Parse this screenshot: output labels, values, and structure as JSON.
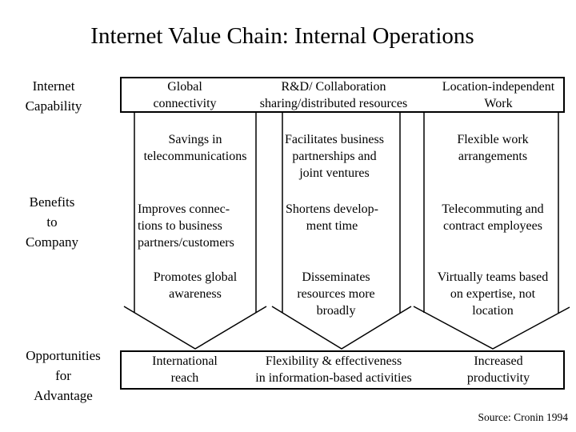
{
  "title": "Internet Value Chain: Internal Operations",
  "row_labels": {
    "capability": "Internet\nCapability",
    "benefits": "Benefits\nto\nCompany",
    "opportunities": "Opportunities\nfor\nAdvantage"
  },
  "capabilities": [
    "Global\nconnectivity",
    "R&D/ Collaboration\nsharing/distributed resources",
    "Location-independent\nWork"
  ],
  "benefits": [
    [
      "Savings in\ntelecommunications",
      "Improves connec-\ntions to business\npartners/customers",
      "Promotes global\nawareness"
    ],
    [
      "Facilitates business\npartnerships and\njoint ventures",
      "Shortens develop-\nment time",
      "Disseminates\nresources more\nbroadly"
    ],
    [
      "Flexible work\narrangements",
      "Telecommuting and\ncontract employees",
      "Virtually teams based\non expertise, not\nlocation"
    ]
  ],
  "opportunities": [
    "International\nreach",
    "Flexibility & effectiveness\nin information-based activities",
    "Increased\nproductivity"
  ],
  "source": "Source: Cronin 1994",
  "colors": {
    "text": "#000000",
    "background": "#ffffff",
    "line": "#000000"
  }
}
